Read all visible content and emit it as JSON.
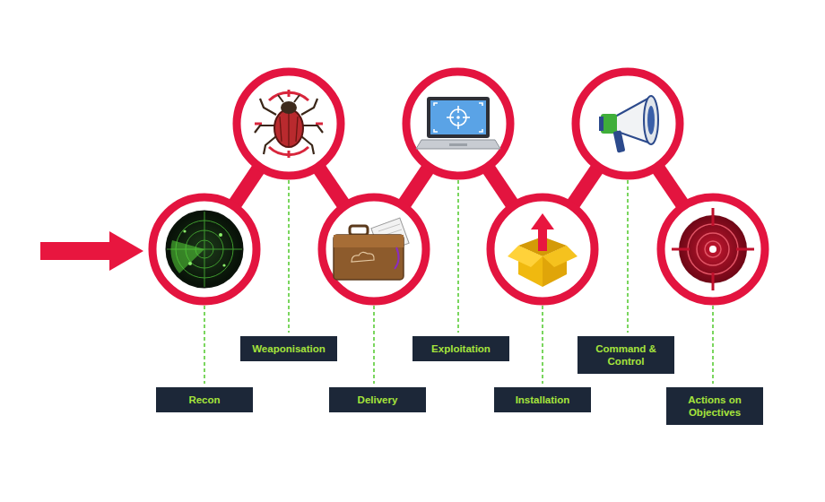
{
  "diagram": {
    "nodes": [
      {
        "text": [
          "Recon"
        ]
      },
      {
        "text": [
          "Weaponisation"
        ]
      },
      {
        "text": [
          "Delivery"
        ]
      },
      {
        "text": [
          "Exploitation"
        ]
      },
      {
        "text": [
          "Installation"
        ]
      },
      {
        "text": [
          "Command & Control"
        ]
      },
      {
        "text": [
          "Actions on Objectives"
        ]
      }
    ]
  }
}
